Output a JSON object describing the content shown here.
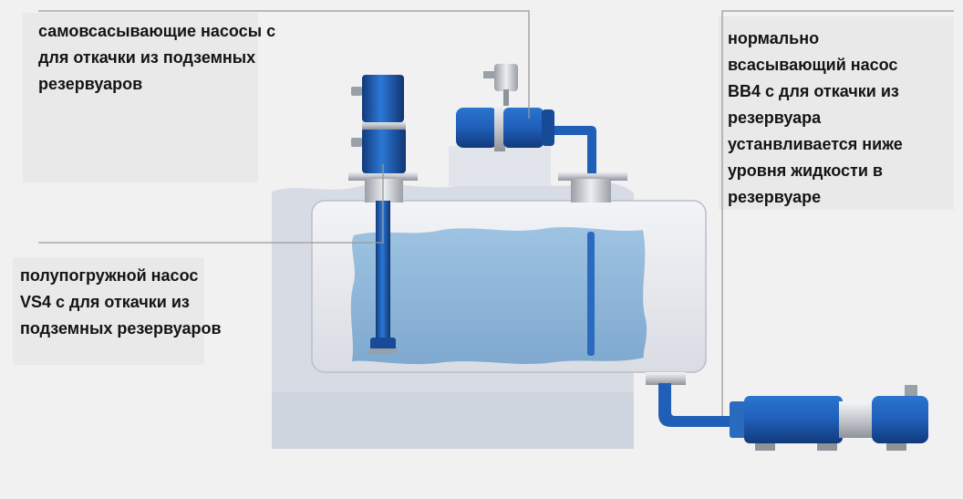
{
  "labels": {
    "self_priming": "самовсасывающие насосы с\nдля откачки из подземных\nрезервуаров",
    "normal_suction": "нормально\nвсасывающий насос\nBB4 с  для откачки из\nрезервуара\nустанвливается ниже\nуровня жидкости в\nрезервуаре",
    "semi_submersible": "полупогружной  насос\nVS4 с  для откачки из\nподземных резервуаров"
  },
  "colors": {
    "background": "#f1f1f2",
    "ground": "#d5dae3",
    "tank_shell": "#e6e8ed",
    "liquid": "#8fb7d9",
    "pump_blue": "#1f5fb8",
    "pump_dark": "#163f82",
    "metal": "#c9ccd2",
    "leader_line": "#9a9a9a"
  },
  "icons": [
    "vertical-pump-icon",
    "horizontal-pump-icon",
    "ground-pump-icon"
  ]
}
